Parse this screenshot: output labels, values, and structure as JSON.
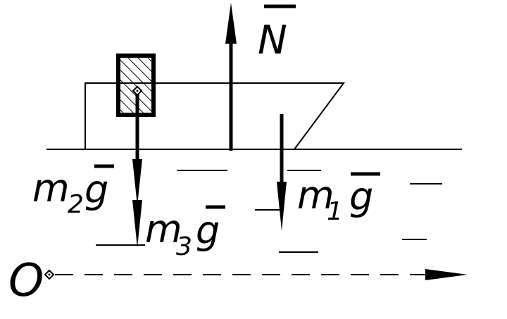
{
  "labels": {
    "normal_force": {
      "symbol": "N"
    },
    "gravity_m2": {
      "mass": "m",
      "sub": "2",
      "g": "g"
    },
    "gravity_m3": {
      "mass": "m",
      "sub": "3",
      "g": "g"
    },
    "gravity_m1": {
      "mass": "m",
      "sub": "1",
      "g": "g"
    },
    "origin": "O"
  },
  "colors": {
    "ink": "#000000",
    "background": "#ffffff"
  }
}
